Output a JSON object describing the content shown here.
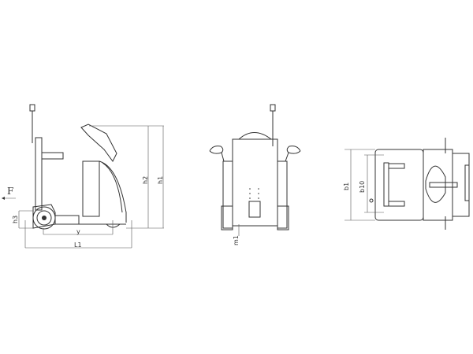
{
  "labels": {
    "force": "F",
    "h3": "h3",
    "y": "y",
    "L1": "L1",
    "h2": "h2",
    "h1": "h1",
    "m1": "m1",
    "b1": "b1",
    "b10": "b10"
  }
}
